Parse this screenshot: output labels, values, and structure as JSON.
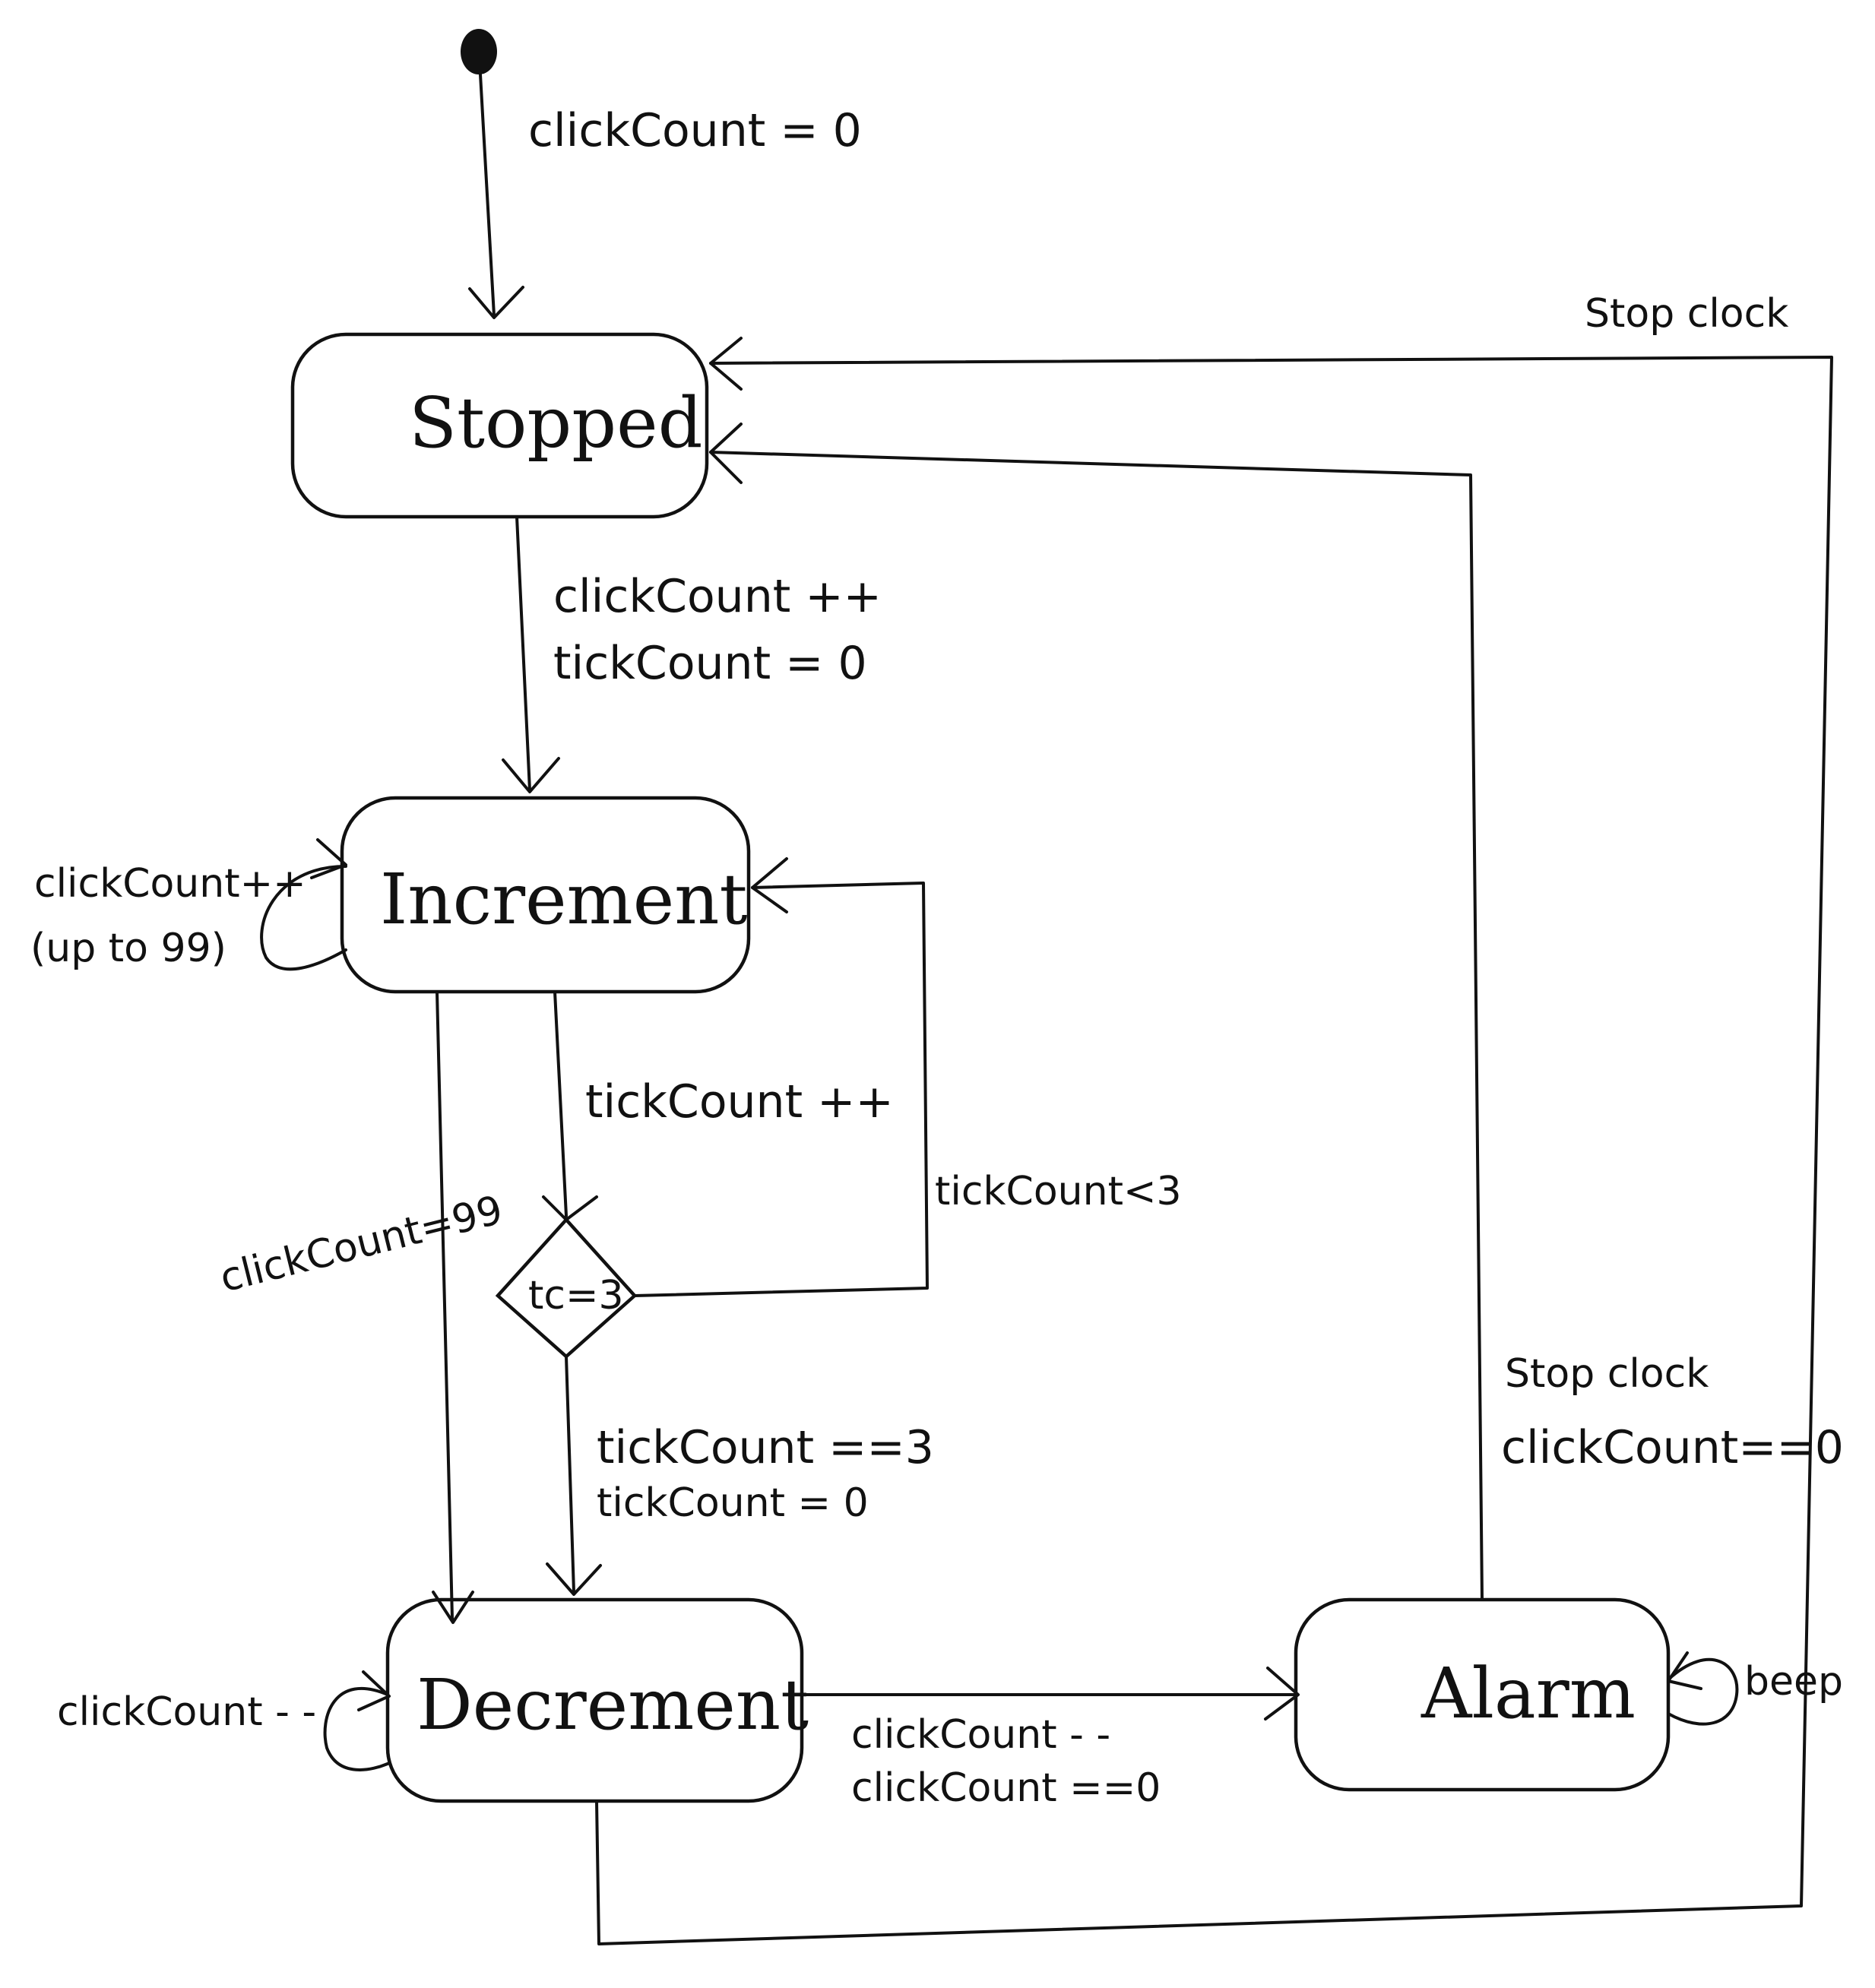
{
  "states": {
    "stopped": "Stopped",
    "increment": "Increment",
    "decrement": "Decrement",
    "alarm": "Alarm"
  },
  "decision": {
    "label": "tc=3"
  },
  "transitions": {
    "initial": "clickCount = 0",
    "stopped_to_increment": [
      "clickCount ++",
      "tickCount = 0"
    ],
    "increment_self": [
      "clickCount++",
      "(up to 99)"
    ],
    "increment_to_decision": "tickCount ++",
    "decision_to_increment": "tickCount<3",
    "increment_to_decrement": "clickCount=99",
    "decision_to_decrement": [
      "tickCount ==3",
      "tickCount = 0"
    ],
    "decrement_self": "clickCount - -",
    "decrement_to_alarm": [
      "clickCount - -",
      "clickCount ==0"
    ],
    "alarm_self": "beep",
    "alarm_to_stopped": [
      "Stop clock",
      "clickCount==0"
    ],
    "decrement_to_stopped": "Stop clock"
  }
}
